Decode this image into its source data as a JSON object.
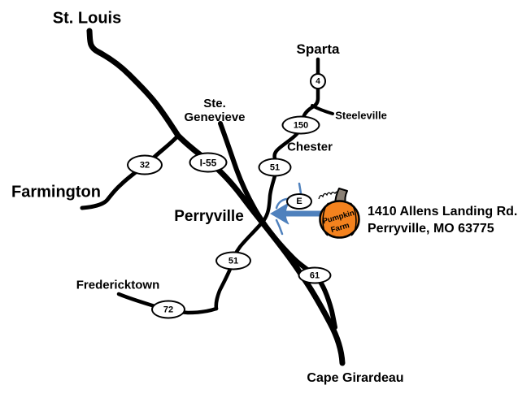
{
  "map": {
    "background_color": "#ffffff",
    "road_color": "#000000",
    "arrow_color": "#4f81bd",
    "pumpkin_color": "#f4821e",
    "stem_color": "#8a8075",
    "marker_fill": "#ffffff"
  },
  "cities": {
    "st_louis": "St. Louis",
    "sparta": "Sparta",
    "ste_genevieve_line1": "Ste.",
    "ste_genevieve_line2": "Genevieve",
    "steeleville": "Steeleville",
    "chester": "Chester",
    "farmington": "Farmington",
    "perryville": "Perryville",
    "fredericktown": "Fredericktown",
    "cape_girardeau": "Cape Girardeau"
  },
  "route_markers": {
    "route_32": "32",
    "route_i55": "I-55",
    "route_51_north": "51",
    "route_150": "150",
    "route_4": "4",
    "route_e": "E",
    "route_61": "61",
    "route_51_southwest": "51",
    "route_72": "72"
  },
  "destination": {
    "address_line1": "1410 Allens Landing Rd.",
    "address_line2": "Perryville, MO 63775",
    "logo_line1": "Pumpkin",
    "logo_line2": "Farm"
  }
}
